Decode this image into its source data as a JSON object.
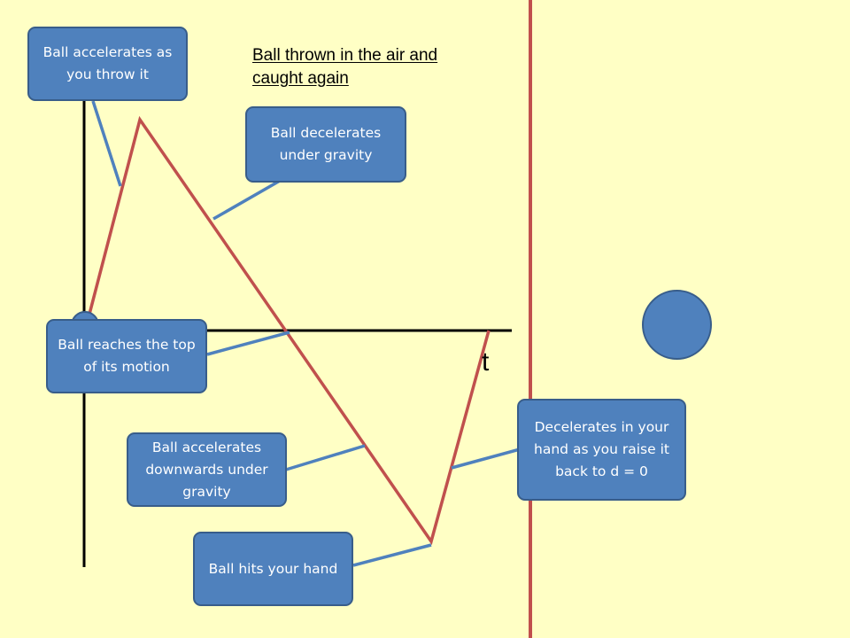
{
  "title": "Ball thrown in the air and caught again",
  "axis": {
    "x_label": "t"
  },
  "callouts": {
    "accelerates_throw": "Ball accelerates as you throw it",
    "decelerates_gravity": "Ball decelerates under gravity",
    "reaches_top": "Ball reaches the top of its motion",
    "accelerates_down": "Ball accelerates downwards under gravity",
    "hits_hand": "Ball hits your hand",
    "decelerates_hand": "Decelerates in your hand as you raise it back to d = 0"
  },
  "colors": {
    "background": "#FFFFC5",
    "callout_fill": "#4F81BD",
    "callout_border": "#385D8A",
    "graph_line": "#C0504D",
    "connector": "#4F81BD",
    "axis": "#000000"
  }
}
